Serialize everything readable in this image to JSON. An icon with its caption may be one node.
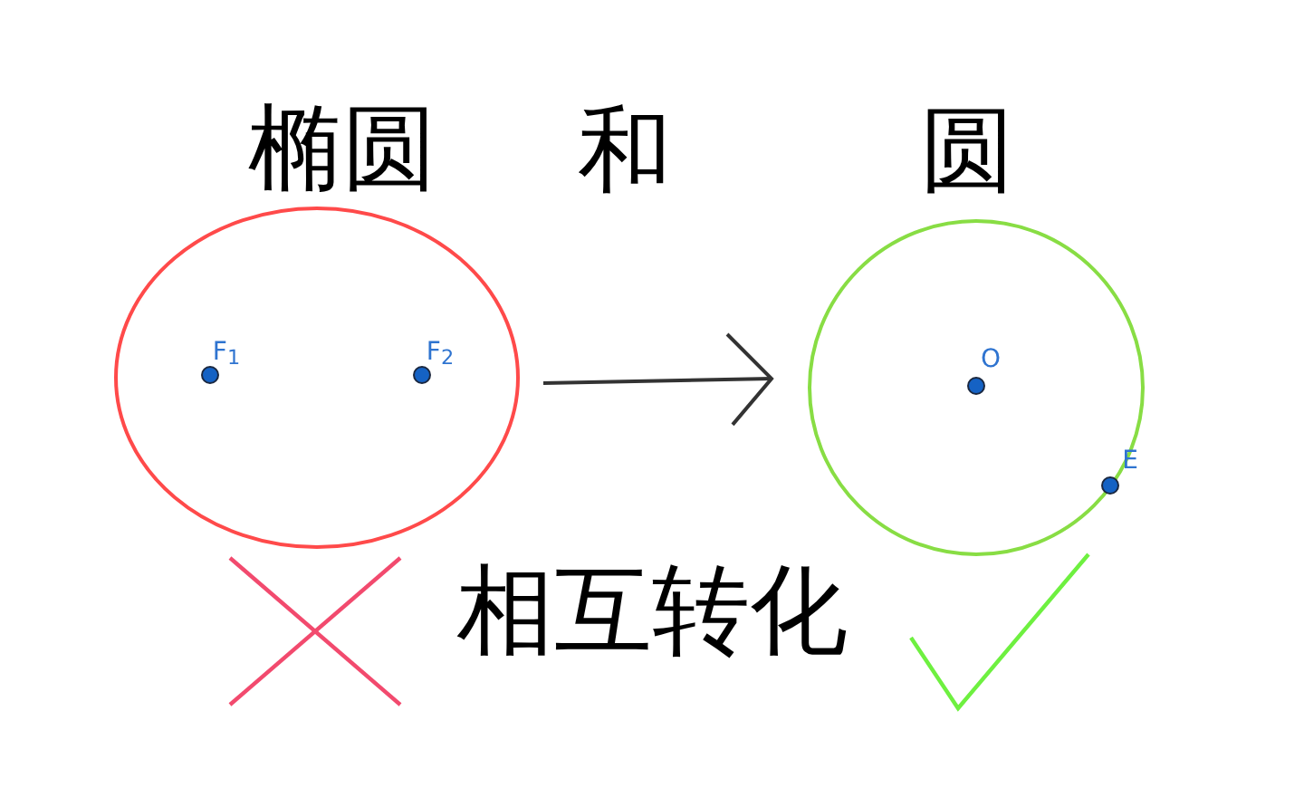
{
  "diagram": {
    "nodes": [
      {
        "text": [],
        "shape": "ellipse",
        "beside": [
          "椭圆"
        ]
      },
      {
        "text": [],
        "shape": "circle",
        "beside": [
          "圆"
        ]
      }
    ],
    "edges": [
      {
        "from": 0,
        "to": 1,
        "arrow": "to"
      }
    ],
    "labels": [
      "和",
      "F$_{1}$",
      "F$_{2}$",
      "O",
      "E",
      "相互转化"
    ]
  }
}
